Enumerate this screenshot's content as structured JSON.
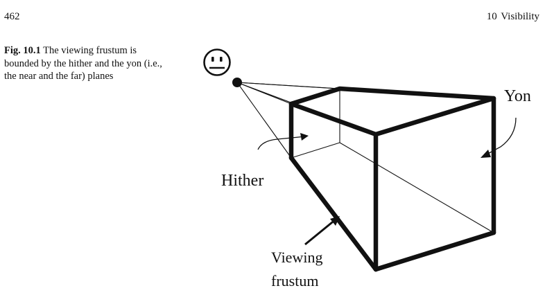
{
  "page": {
    "number": "462",
    "running_head": "10   Visibility"
  },
  "caption": {
    "label": "Fig. 10.1",
    "text": "The viewing frustum is bounded by the hither and the yon (i.e., the near and the far) planes"
  },
  "figure": {
    "labels": {
      "yon": "Yon",
      "hither": "Hither",
      "viewing_line1": "Viewing",
      "viewing_line2": "frustum"
    },
    "icons": [
      "neutral-face-icon",
      "eye-point-icon"
    ],
    "colors": {
      "ink": "#111111"
    }
  }
}
